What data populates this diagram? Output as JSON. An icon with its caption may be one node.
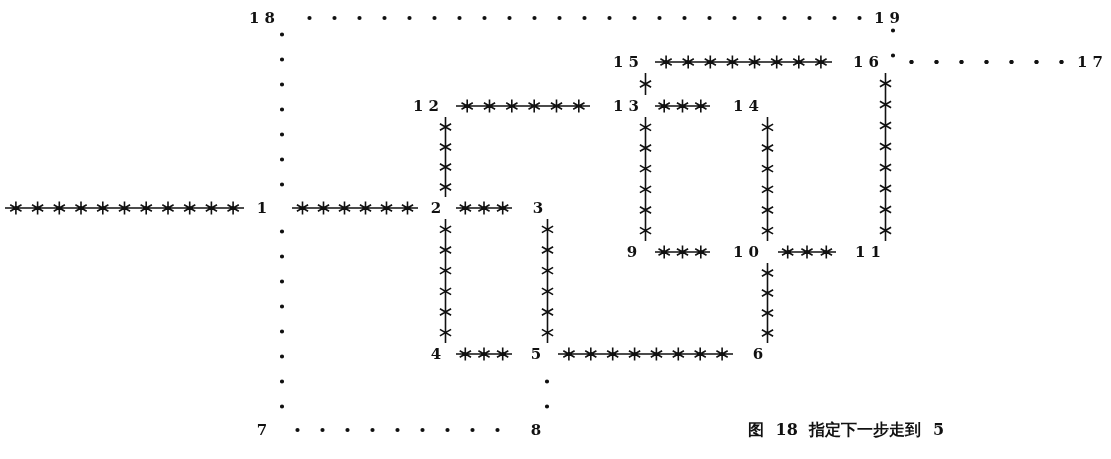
{
  "diagram": {
    "caption": "图 18 指定下一步走到 5",
    "nodes": [
      {
        "text": [
          "1"
        ]
      },
      {
        "text": [
          "2"
        ]
      },
      {
        "text": [
          "3"
        ]
      },
      {
        "text": [
          "4"
        ]
      },
      {
        "text": [
          "5"
        ]
      },
      {
        "text": [
          "6"
        ]
      },
      {
        "text": [
          "7"
        ]
      },
      {
        "text": [
          "8"
        ]
      },
      {
        "text": [
          "9"
        ]
      },
      {
        "text": [
          "10"
        ]
      },
      {
        "text": [
          "11"
        ]
      },
      {
        "text": [
          "12"
        ]
      },
      {
        "text": [
          "13"
        ]
      },
      {
        "text": [
          "14"
        ]
      },
      {
        "text": [
          "15"
        ]
      },
      {
        "text": [
          "16"
        ]
      },
      {
        "text": [
          "17"
        ]
      },
      {
        "text": [
          "18"
        ]
      },
      {
        "text": [
          "19"
        ]
      }
    ],
    "edges": [
      {
        "from": null,
        "to": 0,
        "arrow": "none"
      },
      {
        "from": 0,
        "to": 1,
        "arrow": "none"
      },
      {
        "from": 1,
        "to": 2,
        "arrow": "none"
      },
      {
        "from": 11,
        "to": 1,
        "arrow": "none"
      },
      {
        "from": 1,
        "to": 3,
        "arrow": "none"
      },
      {
        "from": 2,
        "to": 4,
        "arrow": "none"
      },
      {
        "from": 3,
        "to": 4,
        "arrow": "none"
      },
      {
        "from": 4,
        "to": 5,
        "arrow": "none"
      },
      {
        "from": 9,
        "to": 5,
        "arrow": "none"
      },
      {
        "from": 11,
        "to": 12,
        "arrow": "none"
      },
      {
        "from": 12,
        "to": 13,
        "arrow": "none"
      },
      {
        "from": 14,
        "to": 12,
        "arrow": "none"
      },
      {
        "from": 12,
        "to": 8,
        "arrow": "none"
      },
      {
        "from": 13,
        "to": 9,
        "arrow": "none"
      },
      {
        "from": 8,
        "to": 9,
        "arrow": "none"
      },
      {
        "from": 9,
        "to": 10,
        "arrow": "none"
      },
      {
        "from": 14,
        "to": 15,
        "arrow": "none"
      },
      {
        "from": 15,
        "to": 10,
        "arrow": "none"
      },
      {
        "from": 15,
        "to": 16,
        "arrow": "none",
        "style": "dashed"
      },
      {
        "from": 18,
        "to": 16,
        "arrow": "none",
        "style": "dashed"
      },
      {
        "from": 17,
        "to": 18,
        "arrow": "none",
        "style": "dashed"
      },
      {
        "from": 17,
        "to": 0,
        "arrow": "none",
        "style": "dashed"
      },
      {
        "from": 0,
        "to": 6,
        "arrow": "none",
        "style": "dashed"
      },
      {
        "from": 6,
        "to": 7,
        "arrow": "none",
        "style": "dashed"
      },
      {
        "from": 4,
        "to": 7,
        "arrow": "none",
        "style": "dashed"
      }
    ]
  }
}
